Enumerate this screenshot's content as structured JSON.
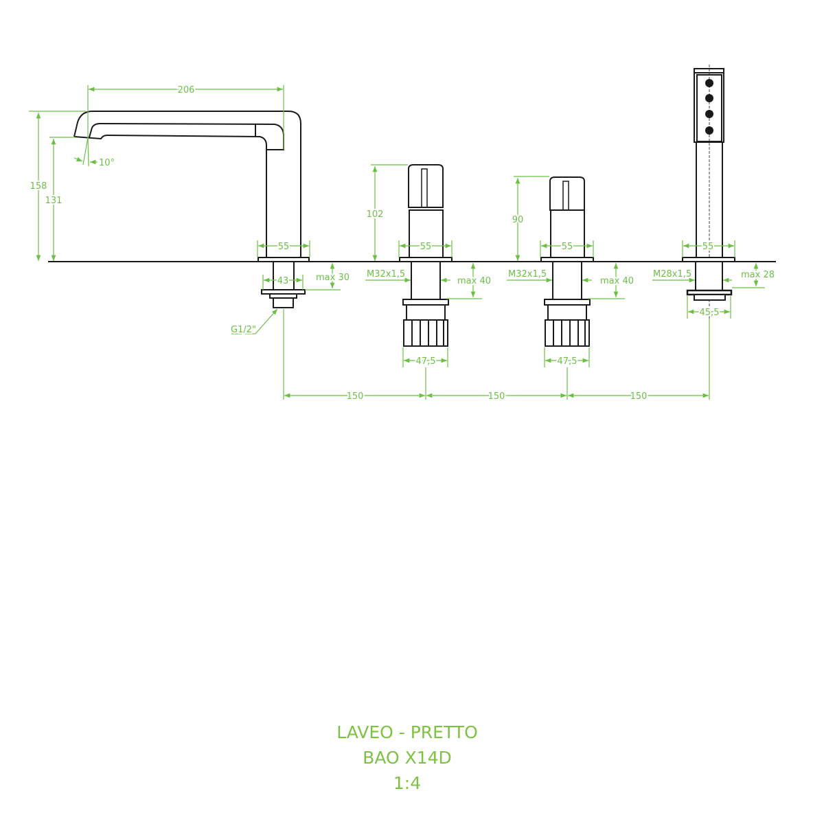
{
  "colors": {
    "dimension": "#6cbf45",
    "outline": "#1a1a1a",
    "title": "#7dc243"
  },
  "spout": {
    "width": "206",
    "height_total": "158",
    "height_outlet": "131",
    "angle": "10°",
    "base": "55",
    "shank": "43",
    "max_depth": "max 30",
    "thread": "G1/2\""
  },
  "handle_left": {
    "height": "102",
    "base": "55",
    "thread": "M32x1,5",
    "max_depth": "max 40",
    "nut": "47,5"
  },
  "handle_right": {
    "height": "90",
    "base": "55",
    "thread": "M32x1,5",
    "max_depth": "max 40",
    "nut": "47,5"
  },
  "handshower": {
    "base": "55",
    "thread": "M28x1,5",
    "max_depth": "max 28",
    "nut": "45,5"
  },
  "spacing": [
    "150",
    "150",
    "150"
  ],
  "title": {
    "line1": "LAVEO - PRETTO",
    "line2": "BAO X14D",
    "scale": "1:4"
  }
}
